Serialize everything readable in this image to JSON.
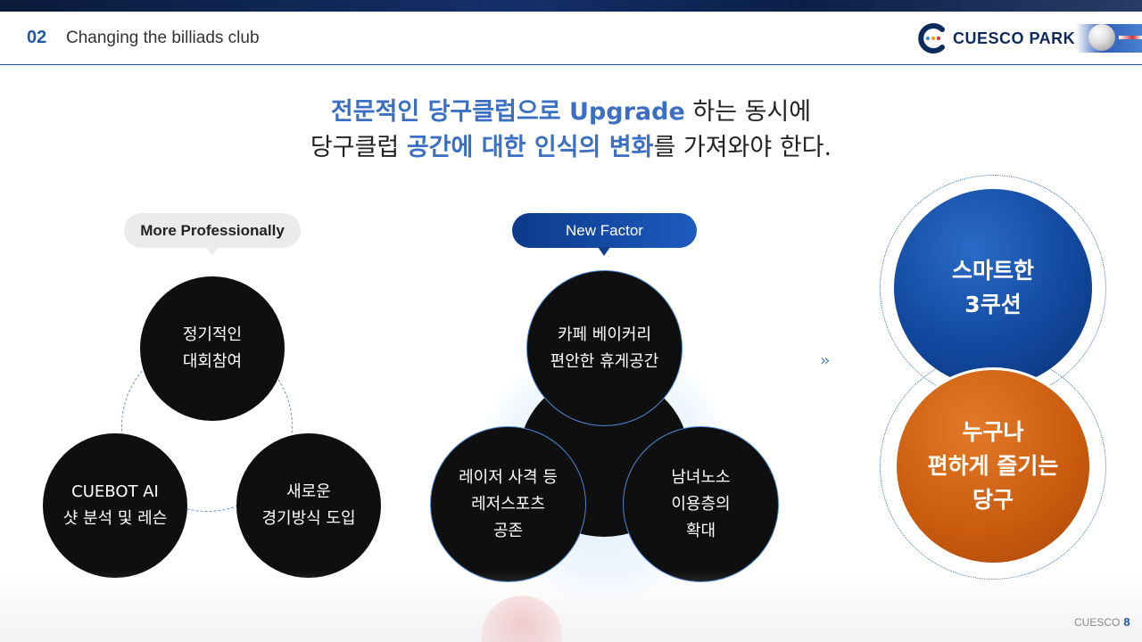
{
  "header": {
    "section_number": "02",
    "section_title": "Changing the billiads club",
    "logo_text": "CUESCO PARK",
    "logo_icon": "cuesco-c-logo"
  },
  "headline": {
    "line1_hl": "전문적인 당구클럽으로 Upgrade",
    "line1_rest": " 하는 동시에",
    "line2_pre": "당구클럽 ",
    "line2_hl": "공간에 대한 인식의 변화",
    "line2_rest": "를 가져와야 한다."
  },
  "left": {
    "pill": "More Professionally",
    "top_line1": "정기적인",
    "top_line2": "대회참여",
    "left_line1": "CUEBOT AI",
    "left_line2": "샷 분석 및 레슨",
    "right_line1": "새로운",
    "right_line2": "경기방식 도입"
  },
  "middle": {
    "pill": "New  Factor",
    "top_line1": "카페 베이커리",
    "top_line2": "편안한 휴게공간",
    "left_line1": "레이저 사격 등",
    "left_line2": "레저스포츠",
    "left_line3": "공존",
    "right_line1": "남녀노소",
    "right_line2": "이용층의",
    "right_line3": "확대"
  },
  "arrow": "››",
  "right": {
    "blue_line1": "스마트한",
    "blue_line2": "3쿠션",
    "orange_line1": "누구나",
    "orange_line2": "편하게 즐기는",
    "orange_line3": "당구"
  },
  "footer": {
    "brand": "CUESCO",
    "page": "8"
  },
  "colors": {
    "accent_blue": "#3b6fc4",
    "dark_blue": "#12489e",
    "orange": "#c95a0e"
  }
}
